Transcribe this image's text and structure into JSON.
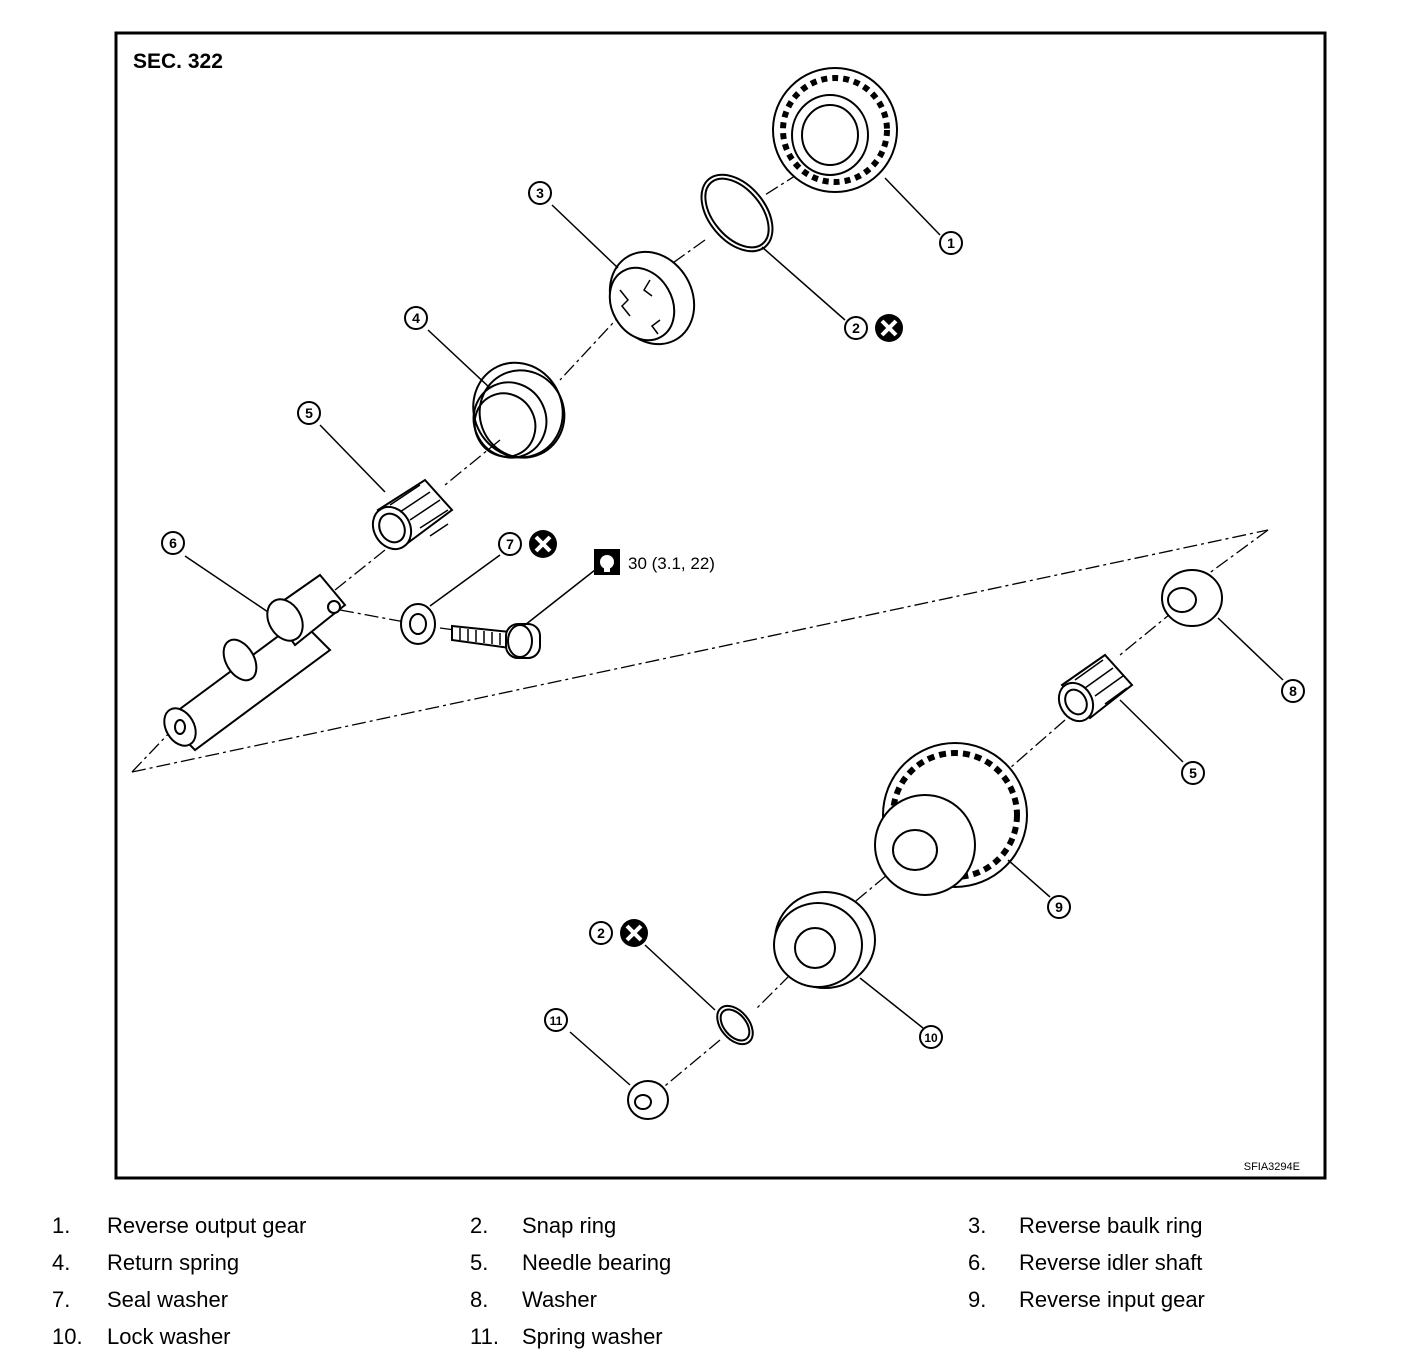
{
  "section_label": "SEC. 322",
  "image_code": "SFIA3294E",
  "torque_spec": "30 (3.1, 22)",
  "callouts": [
    "1",
    "2",
    "2",
    "3",
    "4",
    "5",
    "5",
    "6",
    "7",
    "8",
    "9",
    "10",
    "11"
  ],
  "legend": [
    {
      "num": "1.",
      "text": "Reverse output gear"
    },
    {
      "num": "2.",
      "text": "Snap ring"
    },
    {
      "num": "3.",
      "text": "Reverse baulk ring"
    },
    {
      "num": "4.",
      "text": "Return spring"
    },
    {
      "num": "5.",
      "text": "Needle bearing"
    },
    {
      "num": "6.",
      "text": "Reverse idler shaft"
    },
    {
      "num": "7.",
      "text": "Seal washer"
    },
    {
      "num": "8.",
      "text": "Washer"
    },
    {
      "num": "9.",
      "text": "Reverse input gear"
    },
    {
      "num": "10.",
      "text": "Lock washer"
    },
    {
      "num": "11.",
      "text": "Spring washer"
    }
  ],
  "icons": {
    "replace": "do-not-reuse-icon",
    "torque": "torque-wrench-icon"
  }
}
